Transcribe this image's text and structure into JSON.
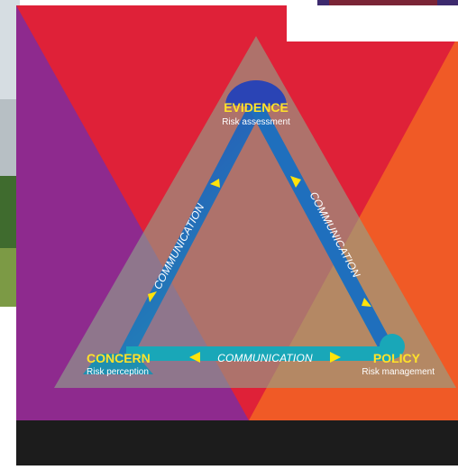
{
  "diagram": {
    "nodes": {
      "top": {
        "title": "EVIDENCE",
        "subtitle": "Risk assessment"
      },
      "left": {
        "title": "CONCERN",
        "subtitle": "Risk perception"
      },
      "right": {
        "title": "POLICY",
        "subtitle": "Risk management"
      }
    },
    "edges": {
      "left_side": "COMMUNICATION",
      "right_side": "COMMUNICATION",
      "bottom": "COMMUNICATION"
    }
  },
  "colors": {
    "purple": "#8e2a8e",
    "red": "#df2138",
    "orange": "#f05a26",
    "footer": "#1c1c1c",
    "band": "#1f8fb0",
    "arrow": "#ffe30a",
    "title": "#ffe22a"
  }
}
